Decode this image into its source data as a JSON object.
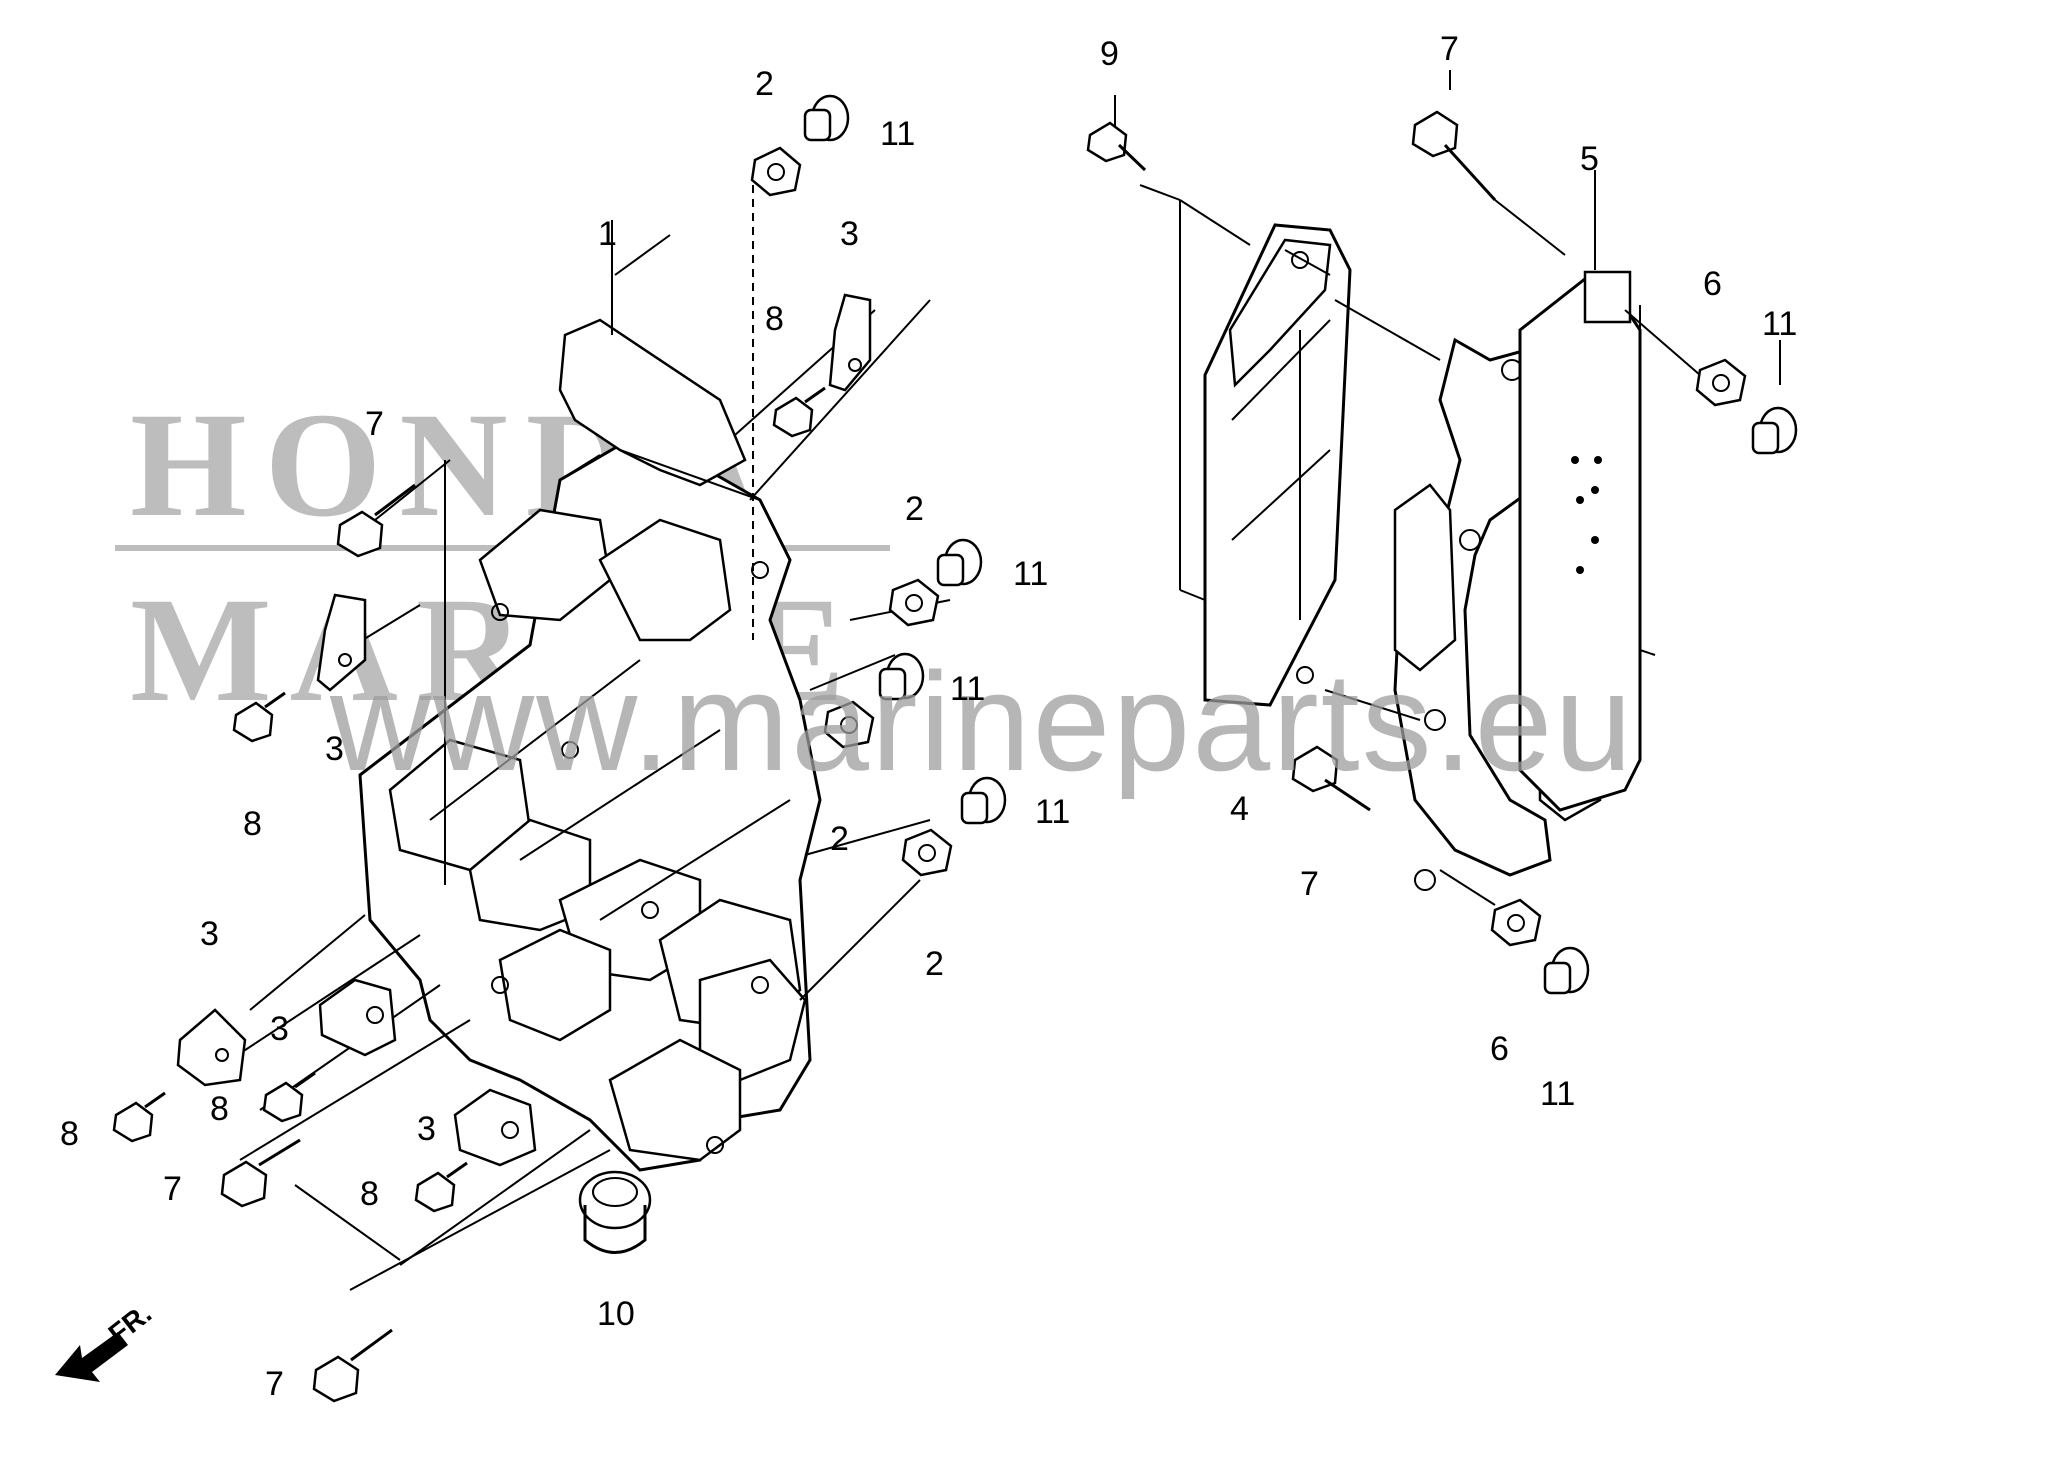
{
  "brand": {
    "logo_line1": "HONDA",
    "logo_line2": "MARINE"
  },
  "watermark": "www.marineparts.eu",
  "direction_indicator": "FR.",
  "part_labels": [
    {
      "id": "lbl-1",
      "text": "1"
    },
    {
      "id": "lbl-2a",
      "text": "2"
    },
    {
      "id": "lbl-2b",
      "text": "2"
    },
    {
      "id": "lbl-2c",
      "text": "2"
    },
    {
      "id": "lbl-2d",
      "text": "2"
    },
    {
      "id": "lbl-3a",
      "text": "3"
    },
    {
      "id": "lbl-3b",
      "text": "3"
    },
    {
      "id": "lbl-3c",
      "text": "3"
    },
    {
      "id": "lbl-3d",
      "text": "3"
    },
    {
      "id": "lbl-3e",
      "text": "3"
    },
    {
      "id": "lbl-4",
      "text": "4"
    },
    {
      "id": "lbl-5",
      "text": "5"
    },
    {
      "id": "lbl-6a",
      "text": "6"
    },
    {
      "id": "lbl-6b",
      "text": "6"
    },
    {
      "id": "lbl-7a",
      "text": "7"
    },
    {
      "id": "lbl-7b",
      "text": "7"
    },
    {
      "id": "lbl-7c",
      "text": "7"
    },
    {
      "id": "lbl-7d",
      "text": "7"
    },
    {
      "id": "lbl-7e",
      "text": "7"
    },
    {
      "id": "lbl-8a",
      "text": "8"
    },
    {
      "id": "lbl-8b",
      "text": "8"
    },
    {
      "id": "lbl-8c",
      "text": "8"
    },
    {
      "id": "lbl-8d",
      "text": "8"
    },
    {
      "id": "lbl-8e",
      "text": "8"
    },
    {
      "id": "lbl-9",
      "text": "9"
    },
    {
      "id": "lbl-10",
      "text": "10"
    },
    {
      "id": "lbl-11a",
      "text": "11"
    },
    {
      "id": "lbl-11b",
      "text": "11"
    },
    {
      "id": "lbl-11c",
      "text": "11"
    },
    {
      "id": "lbl-11d",
      "text": "11"
    },
    {
      "id": "lbl-11e",
      "text": "11"
    },
    {
      "id": "lbl-11f",
      "text": "11"
    }
  ]
}
